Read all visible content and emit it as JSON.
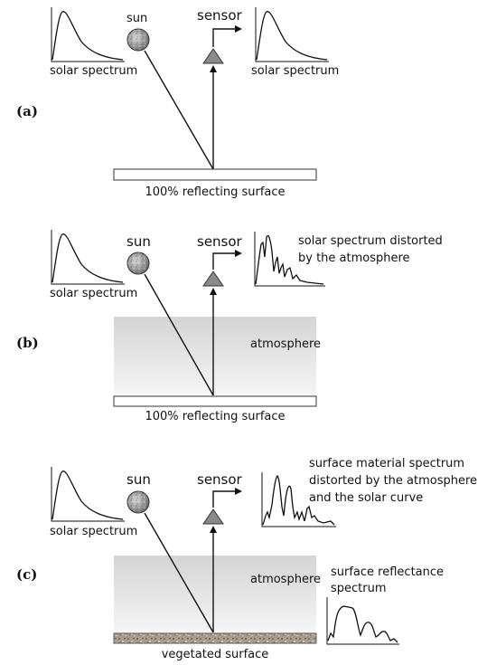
{
  "panels": [
    {
      "label": "(a)",
      "sun_label": "sun",
      "sensor_label": "sensor",
      "solar_spectrum_label": "solar spectrum",
      "sensor_spectrum_label": "solar spectrum",
      "surface_label": "100% reflecting surface"
    },
    {
      "label": "(b)",
      "sun_label": "sun",
      "sensor_label": "sensor",
      "solar_spectrum_label": "solar spectrum",
      "sensor_spectrum_label_line1": "solar spectrum distorted",
      "sensor_spectrum_label_line2": "by the atmosphere",
      "atmosphere_label": "atmosphere",
      "surface_label": "100% reflecting surface"
    },
    {
      "label": "(c)",
      "sun_label": "sun",
      "sensor_label": "sensor",
      "solar_spectrum_label": "solar spectrum",
      "sensor_spectrum_label_line1": "surface material spectrum",
      "sensor_spectrum_label_line2": "distorted by the atmosphere",
      "sensor_spectrum_label_line3": "and the solar curve",
      "atmosphere_label": "atmosphere",
      "reflectance_label_line1": "surface reflectance",
      "reflectance_label_line2": "spectrum",
      "surface_label": "vegetated surface"
    }
  ],
  "colors": {
    "atmosphere_top": "#d4d4d4",
    "atmosphere_bottom": "#f6f6f6",
    "sensor_triangle": "#8a8a8a",
    "sun_fill": "#9a9a9a",
    "surface_white": "#ffffff",
    "vegetated_surface": "#a89c8c"
  }
}
